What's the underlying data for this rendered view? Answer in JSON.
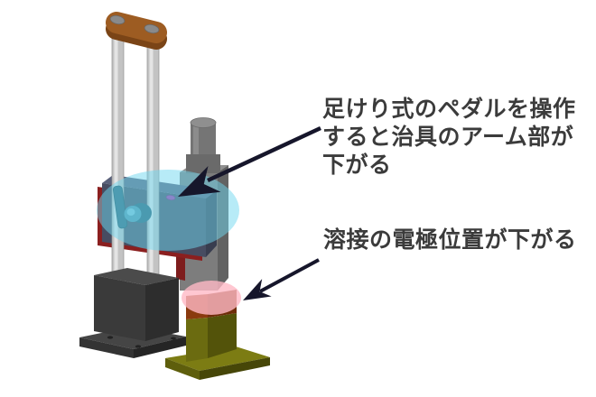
{
  "diagram": {
    "annotations": [
      {
        "id": "arm-annotation",
        "lines": [
          "足けり式のペダルを操作",
          "すると治具のアーム部が",
          "下がる"
        ]
      },
      {
        "id": "electrode-annotation",
        "lines": [
          "溶接の電極位置が下がる"
        ]
      }
    ],
    "colors": {
      "text": "#3b3b3b",
      "arrow": "#16162b",
      "arm_highlight": "#6fd8ef",
      "electrode_highlight": "#ffb9c6",
      "crossbar_brown": "#9d5c22",
      "arm_slate": "#474c61",
      "arm_trim_red": "#8b1f1f",
      "base_dark": "#3a3a3a",
      "pedestal_olive": "#6b6b10",
      "electrode_copper": "#8a3a0e",
      "rod_gray": "#c3c3c3",
      "column_gray": "#7d7d7d",
      "lever_teal": "#2b6174"
    }
  }
}
